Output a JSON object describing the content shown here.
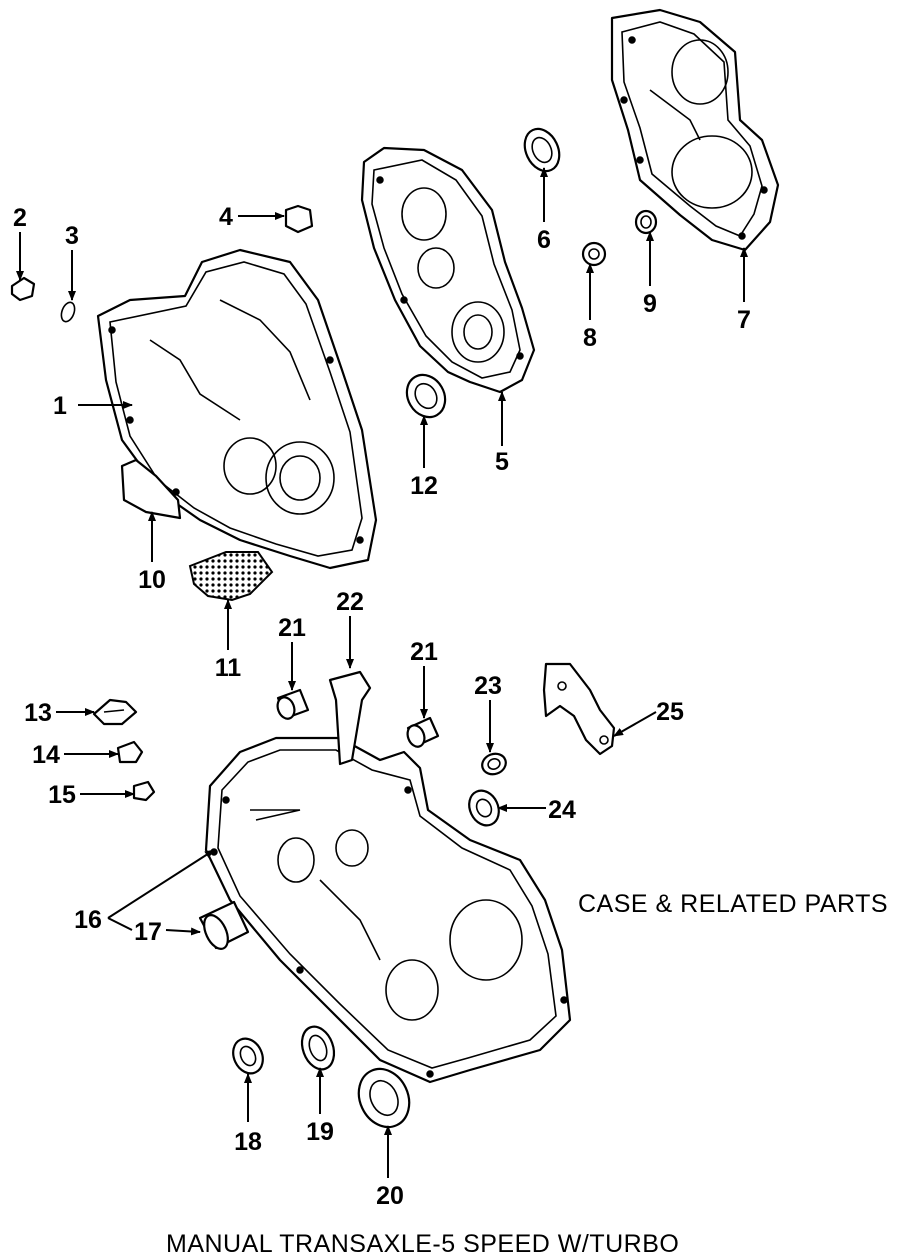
{
  "section_title": "CASE & RELATED PARTS",
  "diagram_caption": "MANUAL TRANSAXLE-5 SPEED W/TURBO",
  "callouts": {
    "c1": "1",
    "c2": "2",
    "c3": "3",
    "c4": "4",
    "c5": "5",
    "c6": "6",
    "c7": "7",
    "c8": "8",
    "c9": "9",
    "c10": "10",
    "c11": "11",
    "c12": "12",
    "c13": "13",
    "c14": "14",
    "c15": "15",
    "c16": "16",
    "c17": "17",
    "c18": "18",
    "c19": "19",
    "c20": "20",
    "c21a": "21",
    "c21b": "21",
    "c22": "22",
    "c23": "23",
    "c24": "24",
    "c25": "25"
  },
  "colors": {
    "line": "#000000",
    "background": "#ffffff"
  }
}
